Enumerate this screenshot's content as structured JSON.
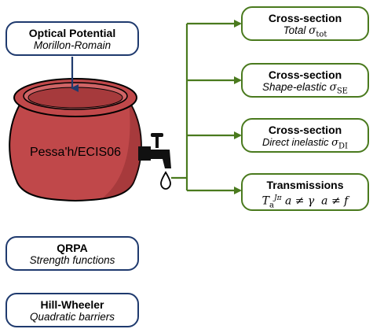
{
  "optical_potential": {
    "title": "Optical Potential",
    "subtitle": "Morillon-Romain"
  },
  "pot_label": "Pessa'h/ECIS06",
  "outputs": [
    {
      "title": "Cross-section",
      "subtitle_text": "Total",
      "symbol": "σ",
      "subscript": "tot"
    },
    {
      "title": "Cross-section",
      "subtitle_text": "Shape-elastic",
      "symbol": "σ",
      "subscript": "SE"
    },
    {
      "title": "Cross-section",
      "subtitle_text": "Direct inelastic",
      "symbol": "σ",
      "subscript": "DI"
    },
    {
      "title": "Transmissions",
      "formula_base": "T",
      "formula_sub": "a",
      "formula_sup": "J",
      "formula_sup2": "π",
      "formula_cond": "a ≠ γ  a ≠ f"
    }
  ],
  "qrpa": {
    "title": "QRPA",
    "subtitle": "Strength functions"
  },
  "hill_wheeler": {
    "title": "Hill-Wheeler",
    "subtitle": "Quadratic barriers"
  },
  "colors": {
    "blue_border": "#1f3a6e",
    "green_line": "#4a7a1e",
    "pot_fill": "#c0484a",
    "pot_dark": "#8a2a2c"
  }
}
